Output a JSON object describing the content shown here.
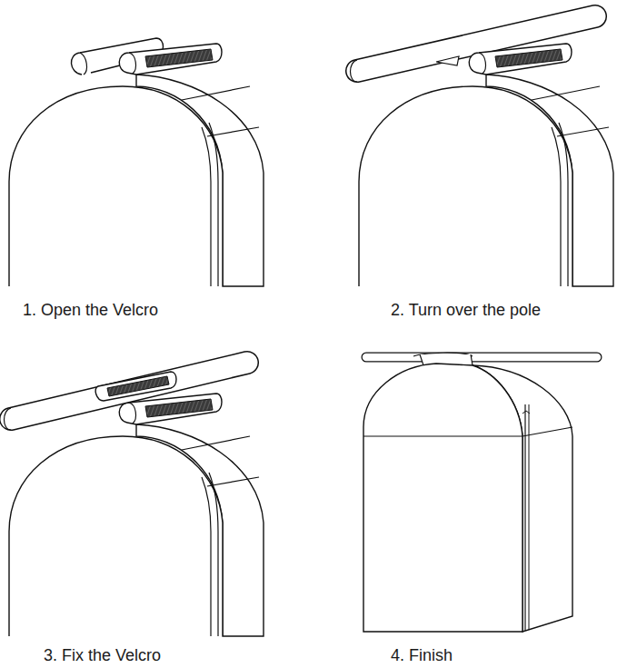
{
  "diagram": {
    "labels": [
      "1. Open the Velcro",
      "2. Turn over the pole",
      "3. Fix the Velcro",
      "4. Finish"
    ]
  }
}
